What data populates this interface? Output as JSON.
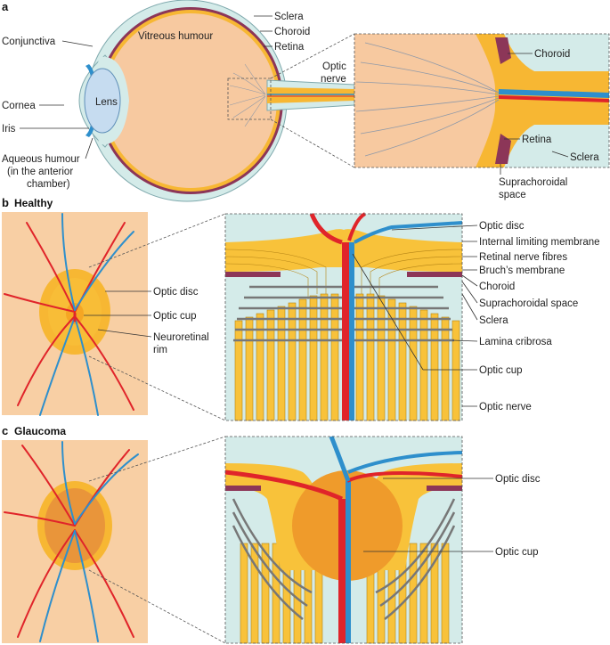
{
  "panels": {
    "a": "a",
    "b": "b",
    "b_title": "Healthy",
    "c": "c",
    "c_title": "Glaucoma"
  },
  "labels_a": {
    "sclera": "Sclera",
    "choroid": "Choroid",
    "retina": "Retina",
    "vitreous": "Vitreous humour",
    "conjunctiva": "Conjunctiva",
    "cornea": "Cornea",
    "lens": "Lens",
    "iris": "Iris",
    "aqueous_1": "Aqueous humour",
    "aqueous_2": "(in the anterior",
    "aqueous_3": "chamber)",
    "optic_nerve_1": "Optic",
    "optic_nerve_2": "nerve",
    "inset_choroid": "Choroid",
    "inset_retina": "Retina",
    "inset_sclera": "Sclera",
    "supra_1": "Suprachoroidal",
    "supra_2": "space"
  },
  "labels_b": {
    "optic_disc": "Optic disc",
    "optic_cup": "Optic cup",
    "rim_1": "Neuroretinal",
    "rim_2": "rim",
    "disc": "Optic disc",
    "ilm": "Internal limiting membrane",
    "rnf": "Retinal nerve fibres",
    "bruch": "Bruch’s membrane",
    "choroid": "Choroid",
    "supra": "Suprachoroidal space",
    "sclera": "Sclera",
    "lamina": "Lamina cribrosa",
    "cup": "Optic cup",
    "nerve": "Optic nerve"
  },
  "labels_c": {
    "disc": "Optic disc",
    "cup": "Optic cup"
  },
  "colors": {
    "skin": "#f8cfa4",
    "vitreous": "#f7c9a0",
    "sclera": "#d4ebe9",
    "choroid": "#8c3658",
    "retina": "#f7b733",
    "lens": "#c6dcf0",
    "artery": "#e0242a",
    "vein": "#2e8fcc",
    "nerve_fibre": "#f8c23a",
    "lamina": "#777777"
  }
}
